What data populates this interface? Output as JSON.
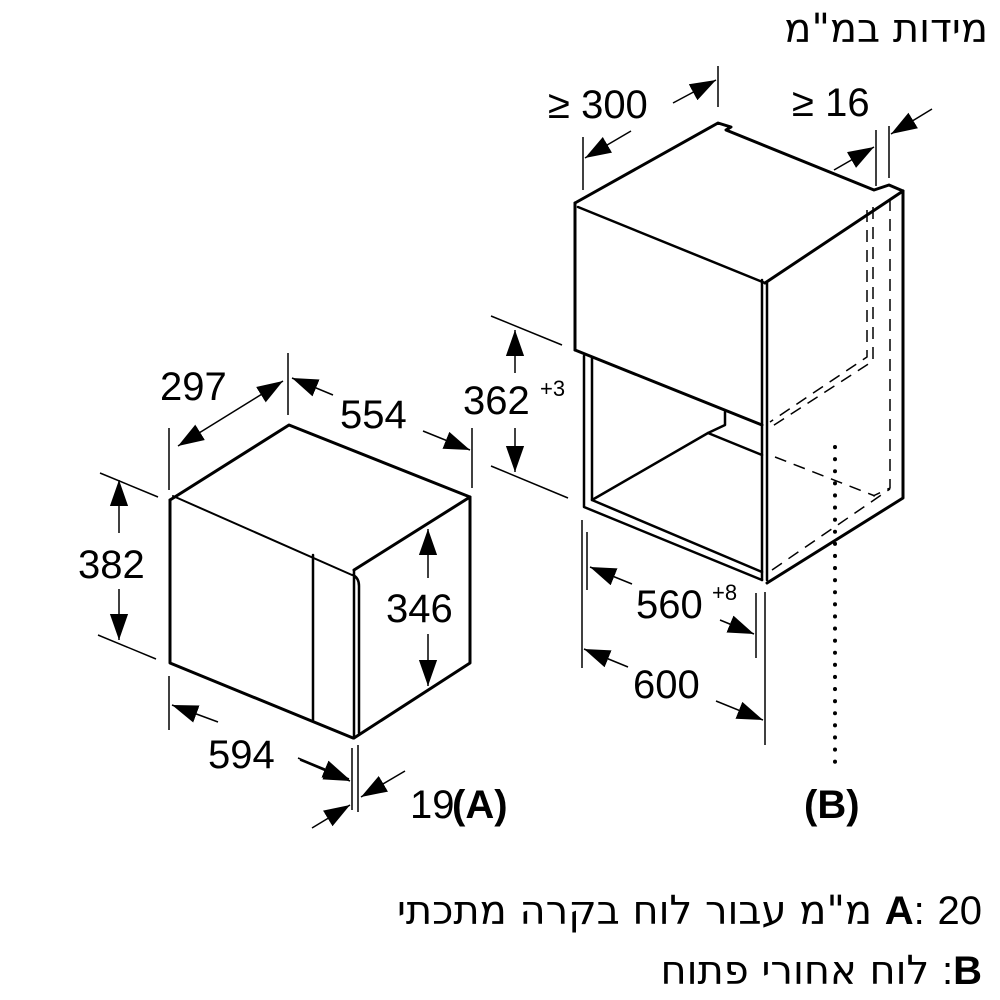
{
  "title": "מידות במ\"מ",
  "appliance": {
    "label": "(A)",
    "dimensions": {
      "depth_top": "297",
      "width_body": "554",
      "height_total": "382",
      "height_side": "346",
      "width_front": "594",
      "front_thickness": "19"
    }
  },
  "cabinet": {
    "label": "(B)",
    "dimensions": {
      "depth_min": "≥ 300",
      "gap_min": "≥ 16",
      "niche_height": "362",
      "niche_height_tol": "+3",
      "niche_width": "560",
      "niche_width_tol": "+8",
      "cabinet_width": "600"
    }
  },
  "legend": [
    {
      "key": "A",
      "sep": ":",
      "num": "20",
      "text": "מ\"מ עבור לוח בקרה מתכתי"
    },
    {
      "key": "B",
      "sep": ":",
      "num": "",
      "text": "לוח אחורי פתוח"
    }
  ]
}
